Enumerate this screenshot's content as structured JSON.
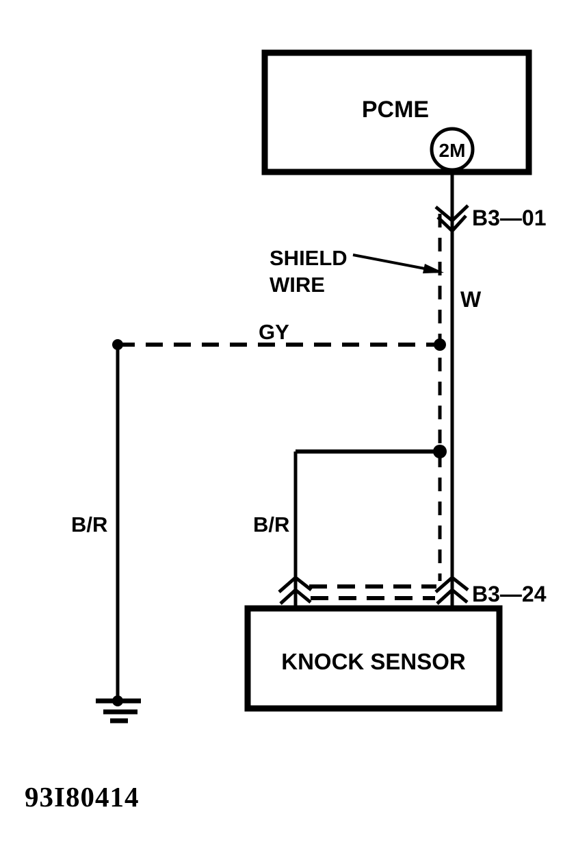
{
  "figure_id": "93I80414",
  "colors": {
    "ink": "#000000",
    "paper": "#ffffff"
  },
  "components": {
    "pcme": {
      "label": "PCME",
      "pin_circle_label": "2M"
    },
    "knock_sensor": {
      "label": "KNOCK SENSOR"
    }
  },
  "connectors": {
    "top_pin": "B3—01",
    "bottom_pin": "B3—24"
  },
  "wires": {
    "white": "W",
    "gray": "GY",
    "black_red_left": "B/R",
    "black_red_mid": "B/R"
  },
  "annotations": {
    "shield_label_line1": "SHIELD",
    "shield_label_line2": "WIRE"
  }
}
